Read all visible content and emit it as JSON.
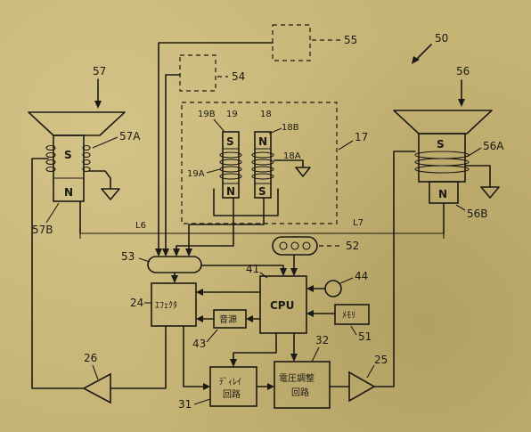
{
  "labels": {
    "ref_50": "50",
    "ref_55": "55",
    "ref_54": "54",
    "ref_57": "57",
    "ref_56": "56",
    "ref_57A": "57A",
    "ref_57B": "57B",
    "ref_56A": "56A",
    "ref_56B": "56B",
    "ref_19B": "19B",
    "ref_19": "19",
    "ref_18": "18",
    "ref_18B": "18B",
    "ref_17": "17",
    "ref_19A": "19A",
    "ref_18A": "18A",
    "ref_L6": "L6",
    "ref_L7": "L7",
    "ref_52": "52",
    "ref_53": "53",
    "ref_41": "41",
    "ref_44": "44",
    "ref_24": "24",
    "ref_43": "43",
    "ref_51": "51",
    "ref_32": "32",
    "ref_26": "26",
    "ref_25": "25",
    "ref_31": "31"
  },
  "poles": {
    "s": "S",
    "n": "N"
  },
  "blocks": {
    "cpu": "CPU",
    "effector": "ｴﾌｪｸﾀ",
    "sound_source": "音源",
    "memory": "ﾒﾓﾘ",
    "delay_line1": "ﾃﾞｨﾚｲ",
    "delay_line2": "回路",
    "voltage_line1": "電圧調整",
    "voltage_line2": "回路"
  }
}
